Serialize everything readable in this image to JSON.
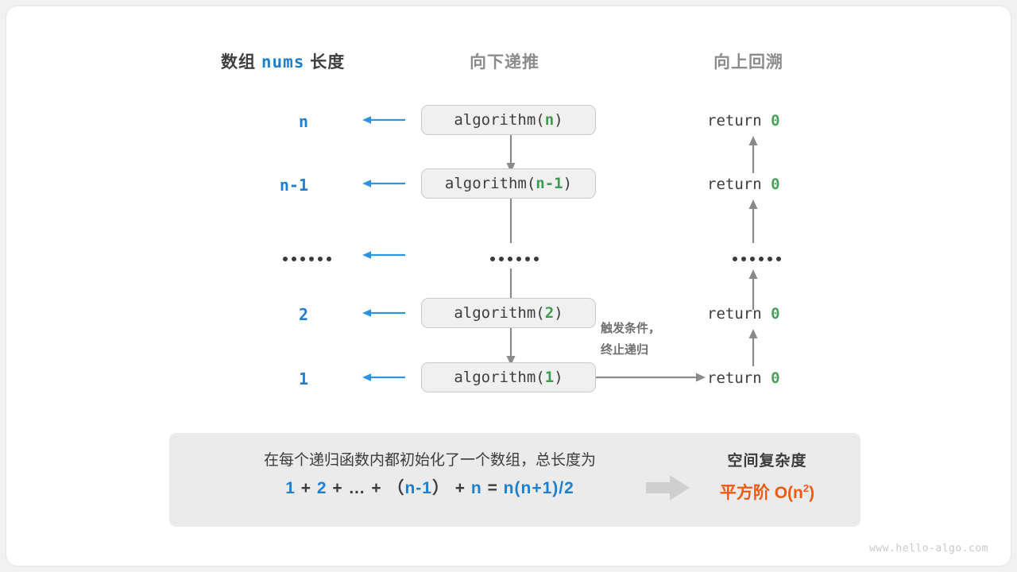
{
  "headers": {
    "left": {
      "prefix": "数组",
      "code": "nums",
      "suffix": "长度"
    },
    "middle": "向下递推",
    "right": "向上回溯"
  },
  "rows": [
    {
      "length": "n",
      "call_prefix": "algorithm(",
      "call_arg": "n",
      "call_suffix": ")",
      "return_label": "return",
      "return_value": "0",
      "is_ellipsis": false
    },
    {
      "length": "n-1",
      "call_prefix": "algorithm(",
      "call_arg": "n-1",
      "call_suffix": ")",
      "return_label": "return",
      "return_value": "0",
      "is_ellipsis": false
    },
    {
      "length": "……",
      "call_prefix": "",
      "call_arg": "",
      "call_suffix": "",
      "return_label": "",
      "return_value": "",
      "is_ellipsis": true
    },
    {
      "length": "2",
      "call_prefix": "algorithm(",
      "call_arg": "2",
      "call_suffix": ")",
      "return_label": "return",
      "return_value": "0",
      "is_ellipsis": false
    },
    {
      "length": "1",
      "call_prefix": "algorithm(",
      "call_arg": "1",
      "call_suffix": ")",
      "return_label": "return",
      "return_value": "0",
      "is_ellipsis": false
    }
  ],
  "note": {
    "line1": "触发条件，",
    "line2": "终止递归"
  },
  "summary": {
    "description": "在每个递归函数内都初始化了一个数组，总长度为",
    "formula_parts": [
      {
        "text": "1",
        "accent": true
      },
      {
        "text": "+",
        "accent": false
      },
      {
        "text": "2",
        "accent": true
      },
      {
        "text": "+",
        "accent": false
      },
      {
        "text": "…",
        "accent": false
      },
      {
        "text": "+",
        "accent": false
      },
      {
        "text": "（",
        "accent": false
      },
      {
        "text": "n-1",
        "accent": true
      },
      {
        "text": "）",
        "accent": false
      },
      {
        "text": "+",
        "accent": false
      },
      {
        "text": "n",
        "accent": true
      },
      {
        "text": "=",
        "accent": false
      },
      {
        "text": "n(n+1)/2",
        "accent": true
      }
    ],
    "result_title": "空间复杂度",
    "result_value_prefix": "平方阶",
    "result_value_big": "O(n",
    "result_value_sup": "2",
    "result_value_tail": ")"
  },
  "watermark": "www.hello-algo.com",
  "colors": {
    "accent_blue": "#1d7fd0",
    "accent_green": "#3f9a54",
    "accent_orange": "#ec5a13",
    "gray_line": "#8a8a8a",
    "box_fill": "#f0f0f0",
    "panel_fill": "#ebebeb"
  }
}
